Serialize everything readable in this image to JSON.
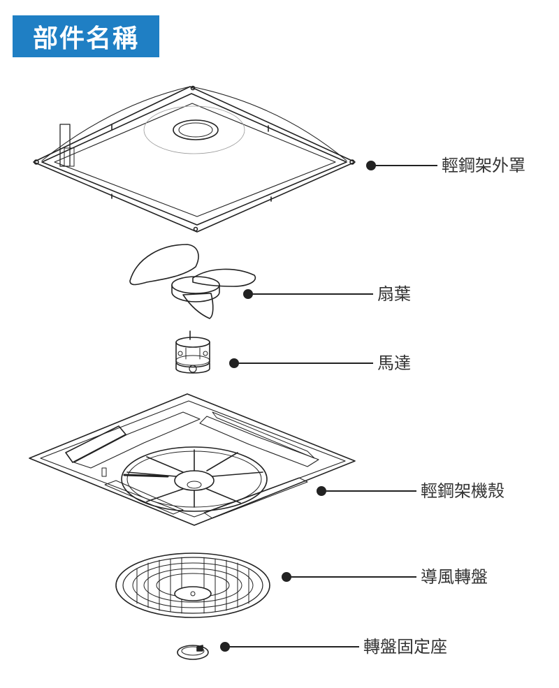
{
  "header": {
    "title": "部件名稱"
  },
  "colors": {
    "accent": "#1f7fc4",
    "line": "#222222",
    "text": "#333333"
  },
  "parts": [
    {
      "label": "輕鋼架外罩"
    },
    {
      "label": "扇葉"
    },
    {
      "label": "馬達"
    },
    {
      "label": "輕鋼架機殼"
    },
    {
      "label": "導風轉盤"
    },
    {
      "label": "轉盤固定座"
    }
  ]
}
